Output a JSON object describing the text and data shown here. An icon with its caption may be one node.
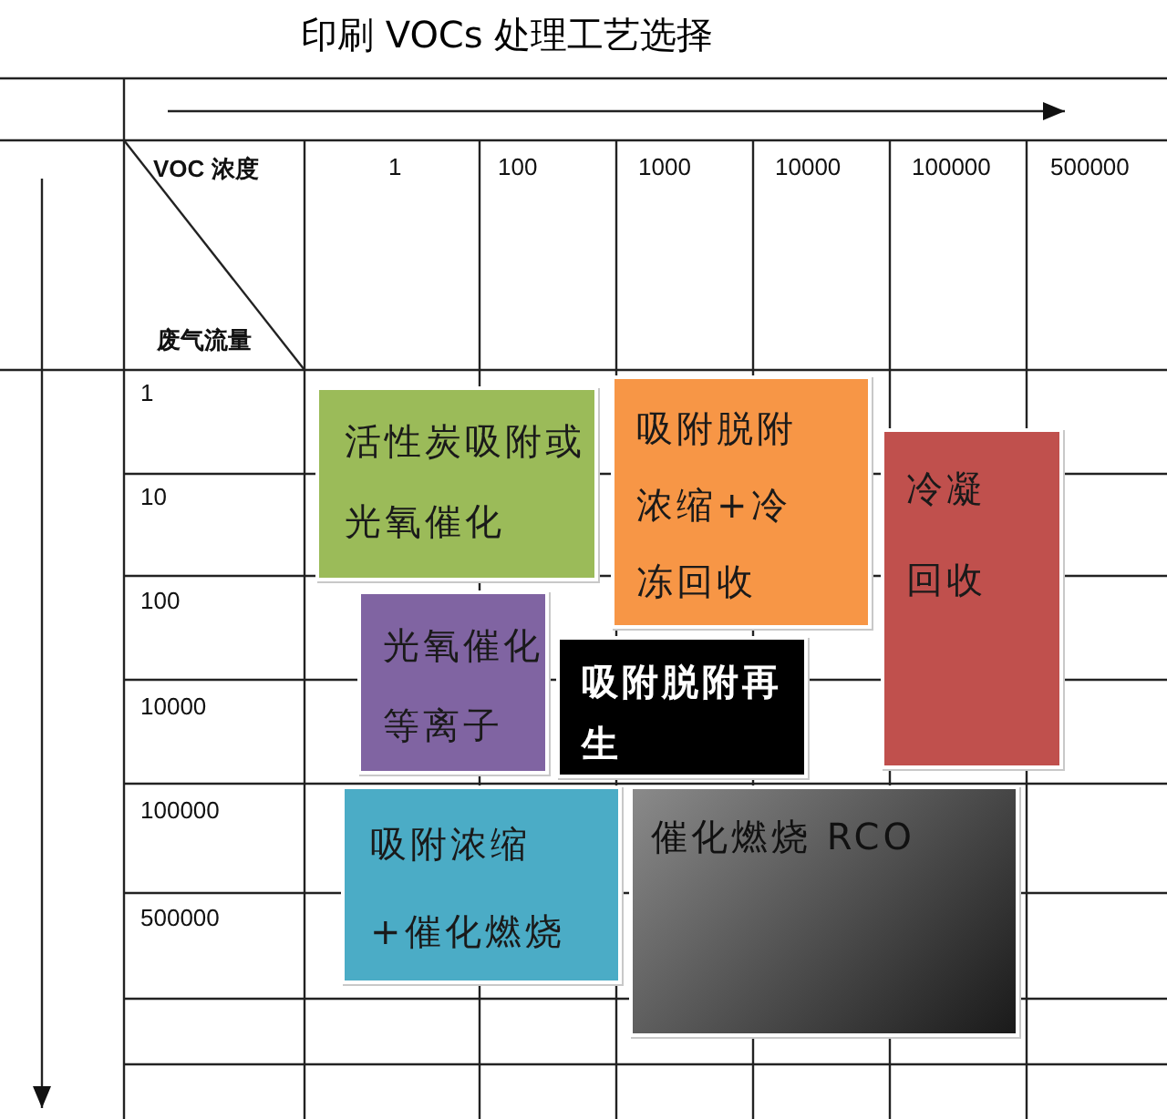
{
  "diagram": {
    "title": "印刷 VOCs 处理工艺选择",
    "nodes": [
      {
        "text": [
          "活性炭吸附或光氧催化"
        ]
      },
      {
        "text": [
          "吸附脱附浓缩+冷冻回收"
        ]
      },
      {
        "text": [
          "冷凝回收"
        ]
      },
      {
        "text": [
          "光氧催化等离子"
        ]
      },
      {
        "text": [
          "吸附脱附再生"
        ]
      },
      {
        "text": [
          "吸附浓缩+催化燃烧"
        ]
      },
      {
        "text": [
          "催化燃烧 RCO"
        ]
      }
    ],
    "labels": [
      "VOC 浓度",
      "废气流量",
      "1",
      "100",
      "1000",
      "10000",
      "100000",
      "500000",
      "1",
      "10",
      "100",
      "10000",
      "100000",
      "500000"
    ]
  }
}
